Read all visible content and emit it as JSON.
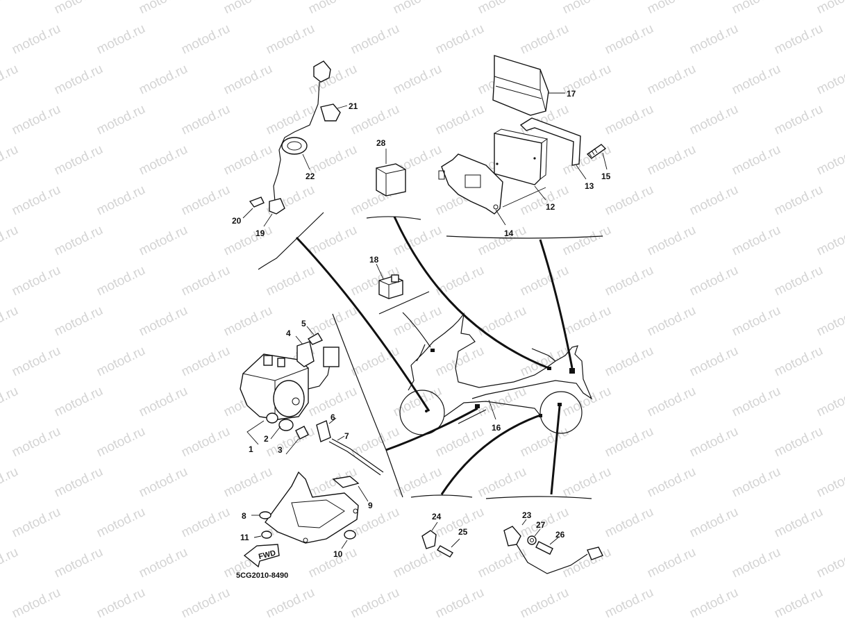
{
  "watermark": {
    "text": "motod.ru"
  },
  "diagram_code": "5CG2010-8490",
  "fwd_label": "FWD",
  "callouts": {
    "c1": "1",
    "c2": "2",
    "c3": "3",
    "c4": "4",
    "c5": "5",
    "c6": "6",
    "c7": "7",
    "c8": "8",
    "c9": "9",
    "c10": "10",
    "c11": "11",
    "c12": "12",
    "c13": "13",
    "c14": "14",
    "c15": "15",
    "c16": "16",
    "c17": "17",
    "c18": "18",
    "c19": "19",
    "c20": "20",
    "c21": "21",
    "c22": "22",
    "c23": "23",
    "c24": "24",
    "c25": "25",
    "c26": "26",
    "c27": "27",
    "c28": "28"
  },
  "colors": {
    "ink": "#111111",
    "watermark": "#d4d4d4",
    "paper": "#ffffff"
  }
}
